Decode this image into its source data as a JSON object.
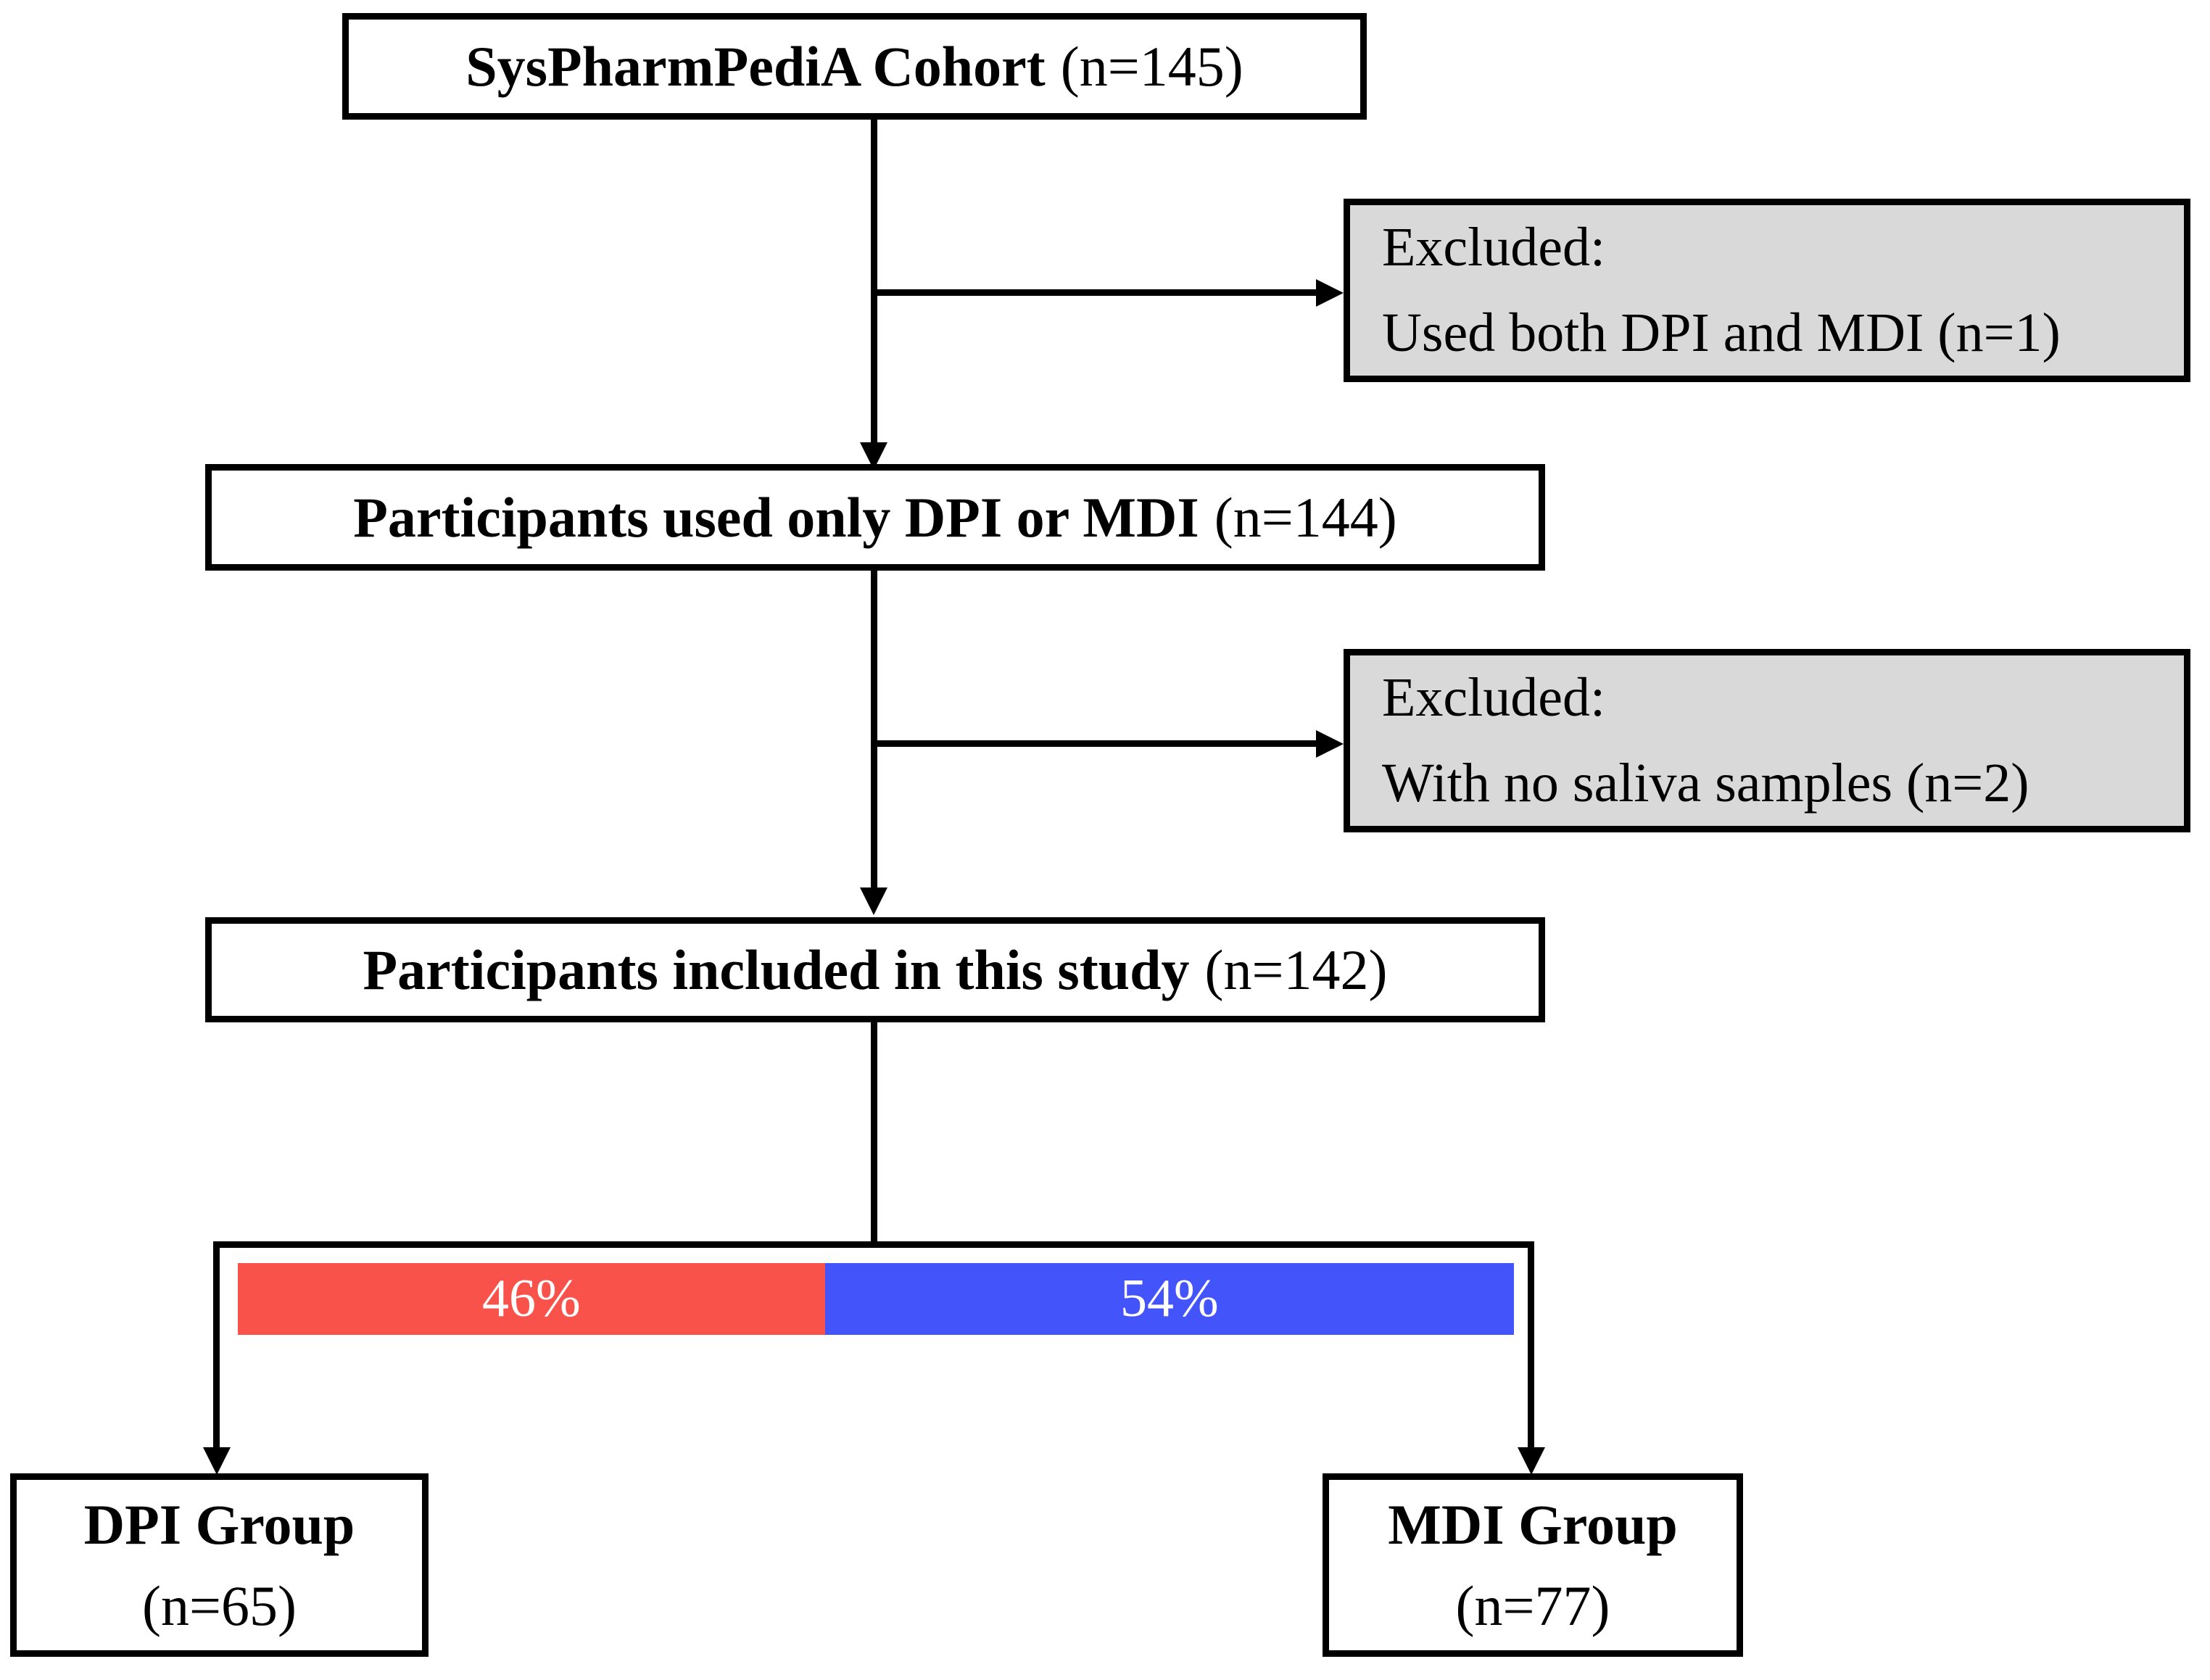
{
  "figure": {
    "type": "participant-flow-diagram",
    "nodes": {
      "cohort": {
        "title": "SysPharmPediA Cohort",
        "count": "(n=145)"
      },
      "excluded_both": {
        "heading": "Excluded:",
        "reason": "Used both DPI and MDI (n=1)"
      },
      "used_only": {
        "title": "Participants used only DPI or MDI",
        "count": "(n=144)"
      },
      "excluded_saliva": {
        "heading": "Excluded:",
        "reason": "With no saliva samples (n=2)"
      },
      "included": {
        "title": "Participants included in this study",
        "count": "(n=142)"
      },
      "dpi_group": {
        "title": "DPI Group",
        "count": "(n=65)"
      },
      "mdi_group": {
        "title": "MDI Group",
        "count": "(n=77)"
      }
    },
    "split_bar": {
      "segments": [
        {
          "label": "46%",
          "value": 46,
          "color": "#f8524b"
        },
        {
          "label": "54%",
          "value": 54,
          "color": "#4254fa"
        }
      ]
    },
    "colors": {
      "excluded_box_bg": "#d9d9d9",
      "box_border": "#000000",
      "bar_text": "#ffffff"
    }
  }
}
